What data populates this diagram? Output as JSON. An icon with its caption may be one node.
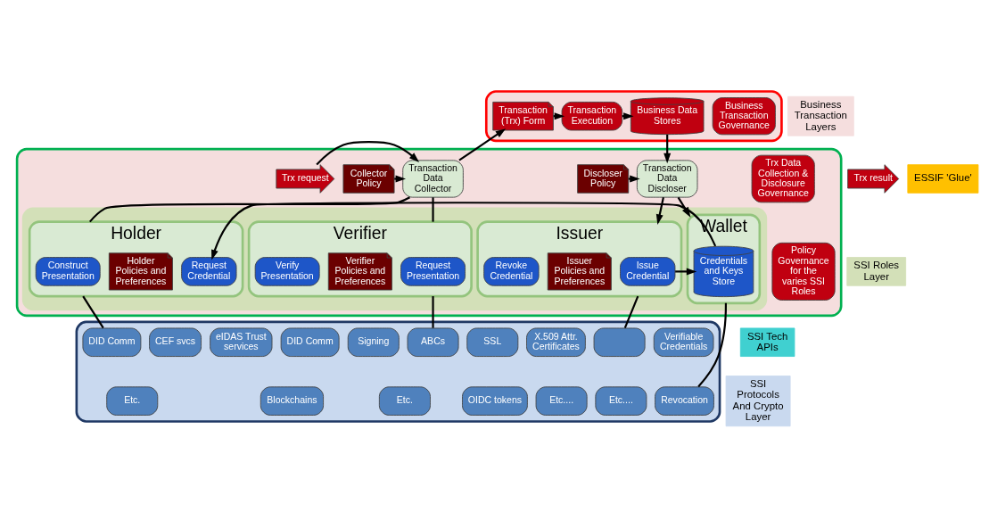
{
  "diagram": {
    "nodes": [
      {
        "text": [],
        "shape": "box"
      },
      {
        "text": [
          "Business Transaction Governance"
        ],
        "in": 0
      },
      {
        "text": [
          "Transaction (Trx) Form"
        ],
        "in": 0
      },
      {
        "text": [
          "Transaction Execution"
        ],
        "in": 0
      },
      {
        "text": [
          "Business Data Stores"
        ],
        "in": 0
      },
      {
        "text": [],
        "shape": "box"
      },
      {
        "text": [
          "Trx Data Collection & Disclosure Governance"
        ],
        "in": 5
      },
      {
        "text": [
          "Trx request"
        ],
        "in": 5
      },
      {
        "text": [
          "Transaction Data Collector"
        ],
        "in": 5
      },
      {
        "text": [
          "Collector Policy"
        ],
        "in": 5
      },
      {
        "text": [
          "Discloser Policy"
        ],
        "in": 5
      },
      {
        "text": [
          "Transaction Data Discloser"
        ],
        "in": 5
      },
      {
        "text": [
          "Policy Governance for the varies SSI Roles"
        ],
        "in": 5
      },
      {
        "text": [],
        "shape": "box",
        "in": 5
      },
      {
        "text": [
          "Verifier"
        ],
        "in": 13
      },
      {
        "text": [
          "Request Presentation"
        ],
        "in": 14
      },
      {
        "text": [
          "Verifier Policies and Preferences"
        ],
        "in": 14
      },
      {
        "text": [
          "Verify Presentation"
        ],
        "in": 14
      },
      {
        "text": [
          "Holder"
        ],
        "in": 13
      },
      {
        "text": [
          "Construct Presentation"
        ],
        "in": 18
      },
      {
        "text": [
          "Holder Policies and Preferences"
        ],
        "in": 18
      },
      {
        "text": [
          "Request Credential"
        ],
        "in": 18
      },
      {
        "text": [
          "Wallet"
        ],
        "in": 13
      },
      {
        "text": [
          "Credentials and Keys Store"
        ],
        "in": 22
      },
      {
        "text": [
          "Issuer"
        ],
        "in": 13
      },
      {
        "text": [
          "Issue Credential"
        ],
        "in": 24
      },
      {
        "text": [
          "Issuer Policies and Preferences"
        ],
        "in": 24
      },
      {
        "text": [
          "Revoke Credential"
        ],
        "in": 24
      },
      {
        "text": [
          "Trx result"
        ]
      },
      {
        "text": [],
        "shape": "box"
      },
      {
        "text": [
          "Verifiable Credentials"
        ],
        "in": 29
      },
      {
        "text": [
          "ABCs"
        ],
        "in": 29
      },
      {
        "text": [
          "X.509 Attr. Certificates"
        ],
        "in": 29
      },
      {
        "text": [
          "OIDC tokens"
        ],
        "in": 29
      },
      {
        "text": [
          "Etc...."
        ],
        "in": 29
      },
      {
        "text": [
          "SSL"
        ],
        "in": 29
      },
      {
        "text": [
          "DID Comm"
        ],
        "in": 29
      },
      {
        "text": [
          "Etc...."
        ],
        "in": 29
      },
      {
        "text": [
          "Signing"
        ],
        "in": 29
      },
      {
        "text": [
          "DID Comm"
        ],
        "in": 29
      },
      {
        "text": [
          "Revocation"
        ],
        "in": 29
      },
      {
        "text": [
          "Etc."
        ],
        "in": 29
      },
      {
        "text": [
          "eIDAS Trust services"
        ],
        "in": 29
      },
      {
        "text": [
          "CEF svcs"
        ],
        "in": 29
      },
      {
        "text": [],
        "shape": "box",
        "in": 29
      },
      {
        "text": [
          "Blockchains"
        ],
        "in": 29
      },
      {
        "text": [
          "Etc."
        ],
        "in": 29
      }
    ],
    "edges": [
      {
        "from": 8,
        "to": 2,
        "arrow": "to"
      },
      {
        "from": 2,
        "to": 3,
        "arrow": "to"
      },
      {
        "from": 3,
        "to": 4,
        "arrow": "to"
      },
      {
        "from": 4,
        "to": 11,
        "arrow": "to"
      },
      {
        "from": 7,
        "to": 8,
        "arrow": "to"
      },
      {
        "from": 9,
        "to": 8,
        "arrow": "to"
      },
      {
        "from": 10,
        "to": 11,
        "arrow": "to"
      },
      {
        "from": 8,
        "to": 14,
        "arrow": "none"
      },
      {
        "from": 8,
        "to": 18,
        "arrow": "none"
      },
      {
        "from": 11,
        "to": 22,
        "arrow": "to"
      },
      {
        "from": 11,
        "to": 24,
        "arrow": "to"
      },
      {
        "from": 25,
        "to": 23,
        "arrow": "to"
      },
      {
        "from": 23,
        "to": 21,
        "arrow": "to"
      },
      {
        "from": 14,
        "to": 31,
        "arrow": "none"
      },
      {
        "from": 18,
        "to": 36,
        "arrow": "none"
      },
      {
        "from": 22,
        "to": 40,
        "arrow": "none"
      },
      {
        "from": 24,
        "to": 44,
        "arrow": "none"
      }
    ],
    "labels": [
      "Business Transaction Layers",
      "ESSIF 'Glue'",
      "SSI Roles Layer",
      "SSI Tech APIs",
      "SSI Protocols And Crypto Layer"
    ]
  }
}
